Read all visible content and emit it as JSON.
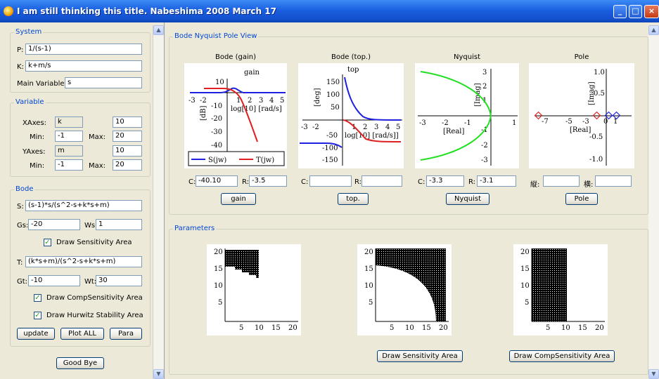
{
  "window": {
    "title": "I am still thinking this title. Nabeshima 2008 March 17",
    "buttons": {
      "minimize": "_",
      "maximize": "□",
      "close": "×"
    }
  },
  "system": {
    "legend": "System",
    "p_label": "P:",
    "p_value": "1/(s-1)",
    "k_label": "K:",
    "k_value": "k+m/s",
    "main_var_label": "Main Variable:",
    "main_var_value": "s"
  },
  "variable": {
    "legend": "Variable",
    "xaxes_label": "XAxes:",
    "xaxes_var": "k",
    "xaxes_count": "10",
    "xmin_label": "Min:",
    "xmin": "-1",
    "xmax_label": "Max:",
    "xmax": "20",
    "yaxes_label": "YAxes:",
    "yaxes_var": "m",
    "yaxes_count": "10",
    "ymin_label": "Min:",
    "ymin": "-1",
    "ymax_label": "Max:",
    "ymax": "20"
  },
  "bode": {
    "legend": "Bode",
    "s_label": "S:",
    "s_value": "(s-1)*s/(s^2-s+k*s+m)",
    "gs_label": "Gs:",
    "gs_value": "-20",
    "ws_label": "Ws:",
    "ws_value": "1",
    "draw_sensitivity": "Draw Sensitivity Area",
    "t_label": "T:",
    "t_value": "(k*s+m)/(s^2-s+k*s+m)",
    "gt_label": "Gt:",
    "gt_value": "-10",
    "wt_label": "Wt:",
    "wt_value": "30",
    "draw_comp": "Draw CompSensitivity Area",
    "draw_hurwitz": "Draw Hurwitz Stability Area",
    "update": "update",
    "plot_all": "Plot ALL",
    "para": "Para"
  },
  "goodbye": "Good Bye",
  "view": {
    "legend": "Bode Nyquist Pole View",
    "titles": [
      "Bode (gain)",
      "Bode (top.)",
      "Nyquist",
      "Pole"
    ],
    "gain_plot": {
      "title": "gain",
      "ylabel": "[dB]",
      "xlabel": "log[10] [rad/s]",
      "xticks": [
        "-3",
        "-2",
        "1",
        "2",
        "3",
        "4",
        "5"
      ],
      "yticks": [
        "10",
        "-10",
        "-20",
        "-30",
        "-40"
      ],
      "legend_s": "S(jw)",
      "legend_t": "T(jw)"
    },
    "top_plot": {
      "title": "top",
      "ylabel": "[deg]",
      "xlabel": "log[10] [rad/s]]",
      "xticks": [
        "-3",
        "-2",
        "1",
        "2",
        "3",
        "4",
        "5"
      ],
      "yticks": [
        "150",
        "100",
        "50",
        "-50",
        "-100",
        "-150"
      ]
    },
    "nyquist_plot": {
      "ylabel": "[Imag]",
      "xlabel": "[Real]",
      "xticks": [
        "-3",
        "-2",
        "-1",
        "1"
      ],
      "yticks": [
        "3",
        "2",
        "1",
        "-1",
        "-2",
        "-3"
      ]
    },
    "pole_plot": {
      "ylabel": "[Imag]",
      "xlabel": "[Real]",
      "xticks": [
        "-7",
        "-5",
        "-3",
        "0",
        "1"
      ],
      "yticks": [
        "1.0",
        "0.5",
        "-0.5",
        "-1.0"
      ]
    },
    "gain_fields": {
      "c_label": "C:",
      "c_value": "-40.10",
      "r_label": "R:",
      "r_value": "-3.5"
    },
    "top_fields": {
      "c_label": "C:",
      "c_value": "",
      "r_label": "R:",
      "r_value": ""
    },
    "nyq_fields": {
      "c_label": "C:",
      "c_value": "-3.3",
      "r_label": "R:",
      "r_value": "-3.1"
    },
    "pole_fields": {
      "c_label": "縦:",
      "c_value": "",
      "r_label": "横:",
      "r_value": ""
    },
    "buttons": [
      "gain",
      "top.",
      "Nyquist",
      "Pole"
    ]
  },
  "parameters": {
    "legend": "Parameters",
    "plot_ticks_x": [
      "5",
      "10",
      "15",
      "20"
    ],
    "plot_ticks_y": [
      "20",
      "15",
      "10",
      "5"
    ],
    "draw_sensitivity_btn": "Draw Sensitivity Area",
    "draw_comp_btn": "Draw CompSensitivity Area"
  },
  "colors": {
    "s_curve": "#2020e0",
    "t_curve": "#e02020",
    "nyquist": "#20e020",
    "group_title": "#0046d5"
  }
}
